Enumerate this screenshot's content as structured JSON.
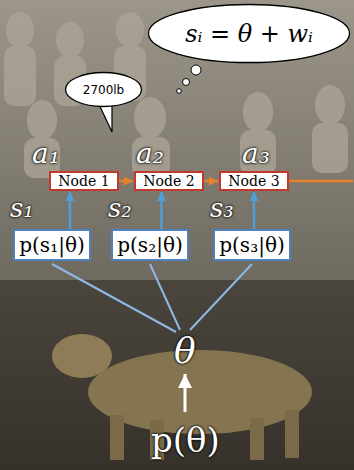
{
  "diagram": {
    "nodes": [
      {
        "text": [
          "sᵢ = θ + wᵢ"
        ]
      },
      {
        "text": [
          "2700lb"
        ]
      },
      {
        "text": [
          "Node 1"
        ]
      },
      {
        "text": [
          "Node 2"
        ]
      },
      {
        "text": [
          "Node 3"
        ]
      },
      {
        "text": [
          "p(s₁|θ)"
        ]
      },
      {
        "text": [
          "p(s₂|θ)"
        ]
      },
      {
        "text": [
          "p(s₃|θ)"
        ]
      }
    ],
    "edges": [
      {
        "from": 2,
        "to": 3,
        "arrow": "to"
      },
      {
        "from": 3,
        "to": 4,
        "arrow": "to"
      },
      {
        "from": 5,
        "to": 2,
        "arrow": "to"
      },
      {
        "from": 6,
        "to": 3,
        "arrow": "to"
      },
      {
        "from": 7,
        "to": 4,
        "arrow": "to"
      }
    ],
    "labels": [
      "a₁",
      "a₂",
      "a₃",
      "s₁",
      "s₂",
      "s₃",
      "θ",
      "p(θ)"
    ]
  }
}
